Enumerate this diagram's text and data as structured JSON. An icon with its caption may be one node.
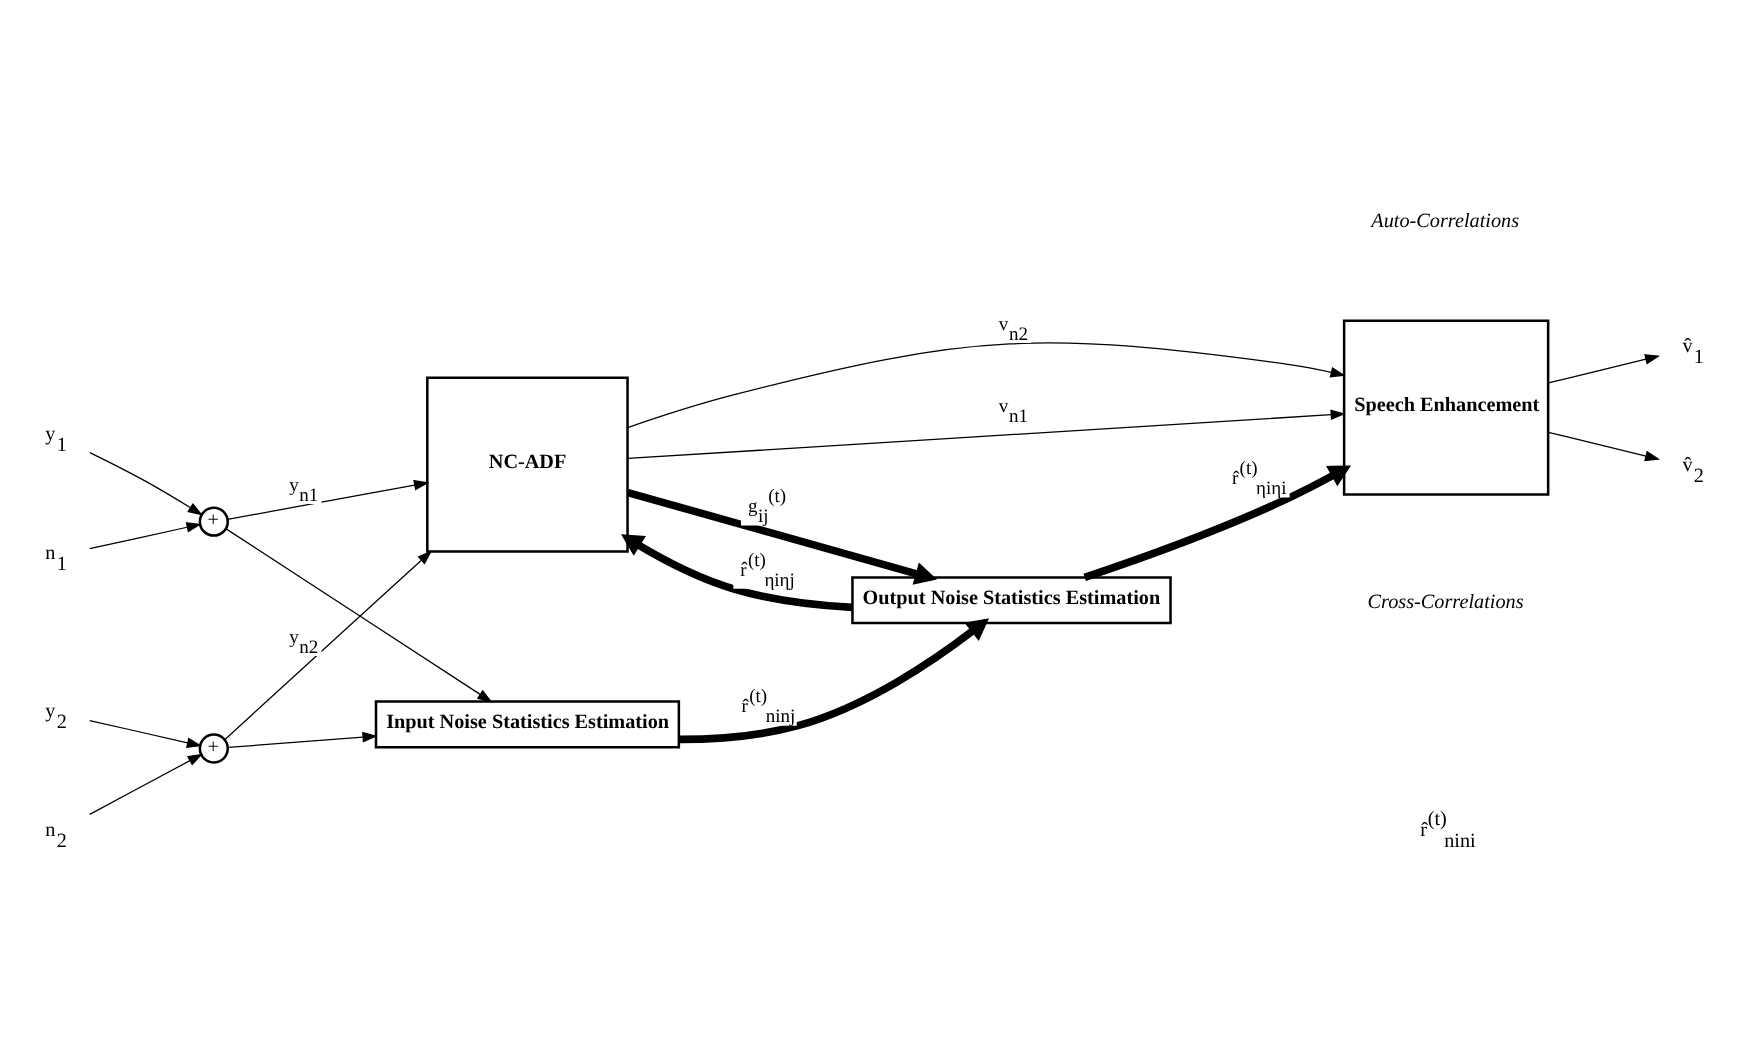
{
  "diagram": {
    "nodes": [
      {
        "text": [
          "y$_{1}$"
        ]
      },
      {
        "text": [
          "n$_{1}$"
        ]
      },
      {
        "text": [
          "+"
        ]
      },
      {
        "text": [
          "y$_{2}$"
        ]
      },
      {
        "text": [
          "+"
        ]
      },
      {
        "text": [
          "n$_{2}$"
        ]
      },
      {
        "text": [
          "NC-ADF"
        ]
      },
      {
        "text": [
          "Speech Enhancement"
        ]
      },
      {
        "text": [
          "Input Noise Statistics Estimation"
        ]
      },
      {
        "text": [
          "Output Noise Statistics Estimation"
        ]
      },
      {
        "text": [
          "v̂$_{1}$"
        ]
      },
      {
        "text": [
          "v̂$_{2}$"
        ]
      }
    ],
    "edges": [
      {
        "from": 0,
        "to": 2,
        "arrow": "to"
      },
      {
        "from": 1,
        "to": 2,
        "arrow": "to"
      },
      {
        "from": 2,
        "to": 6,
        "arrow": "to",
        "label": "y$_{n1}$"
      },
      {
        "from": 3,
        "to": 4,
        "arrow": "to"
      },
      {
        "from": 5,
        "to": 4,
        "arrow": "to"
      },
      {
        "from": 4,
        "to": 6,
        "arrow": "to",
        "label": "y$_{n2}$"
      },
      {
        "from": 2,
        "to": 8,
        "arrow": "to"
      },
      {
        "from": 4,
        "to": 8,
        "arrow": "to"
      },
      {
        "from": 6,
        "to": 7,
        "arrow": "to",
        "label": "v$_{n1}$"
      },
      {
        "from": 6,
        "to": 7,
        "arrow": "to",
        "label": "v$_{n2}$"
      },
      {
        "from": 7,
        "to": 10,
        "arrow": "to"
      },
      {
        "from": 7,
        "to": 11,
        "arrow": "to"
      },
      {
        "from": 6,
        "to": 9,
        "arrow": "to",
        "label": "g$_{ij}$$^{(t)}$",
        "style": "thick"
      },
      {
        "from": 9,
        "to": 6,
        "arrow": "to",
        "label": "r̂$^{(t)}$$_{ηiηj}$",
        "style": "thick"
      },
      {
        "from": 8,
        "to": 9,
        "arrow": "to",
        "label": "r̂$^{(t)}$$_{ninj}$",
        "style": "thick"
      },
      {
        "from": 9,
        "to": 7,
        "arrow": "to",
        "label": "r̂$^{(t)}$$_{ηiηi}$",
        "style": "thick"
      }
    ],
    "labels": [
      "r̂$^{(t)}$$_{nini}$",
      "Cross-Correlations",
      "Auto-Correlations"
    ]
  }
}
